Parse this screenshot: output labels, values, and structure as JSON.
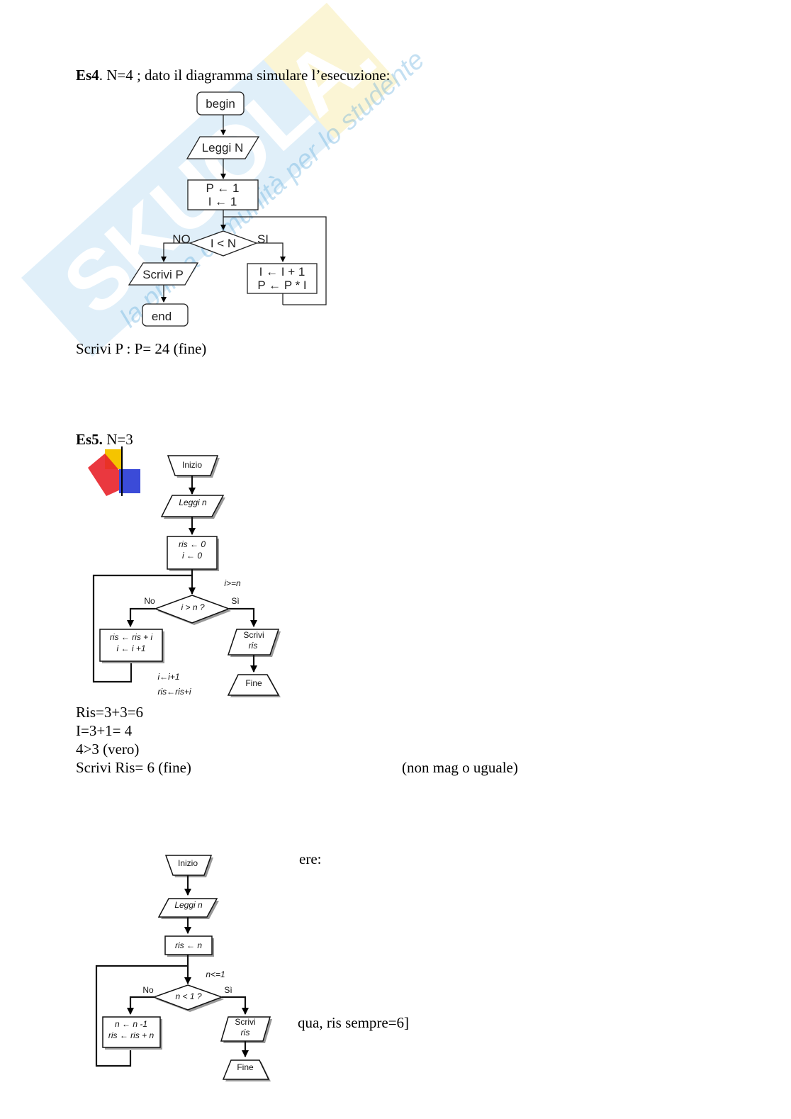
{
  "watermark": {
    "brand": "SKUOLA.net",
    "tagline": "la prima comunità per lo studente"
  },
  "es4": {
    "label": "Es4",
    "statement": ". N=4 ; dato il diagramma simulare l’esecuzione:",
    "flow": {
      "begin": "begin",
      "read": "Leggi N",
      "init1": "P ← 1",
      "init2": "I ← 1",
      "cond": "I < N",
      "no": "NO",
      "yes": "SI",
      "loop1": "I ← I + 1",
      "loop2": "P ← P * I",
      "write": "Scrivi P",
      "end": "end"
    },
    "result": "Scrivi P : P= 24 (fine)"
  },
  "es5": {
    "label": "Es5.",
    "statement": " N=3",
    "flow": {
      "start": "Inizio",
      "read": "Leggi n",
      "init1": "ris ← 0",
      "init2": "i ← 0",
      "cond": "i > n ?",
      "no": "No",
      "yes": "Sì",
      "note_cond": "i>=n",
      "loop1": "ris ← ris + i",
      "loop2": "i ← i +1",
      "note1": "i←i+1",
      "note2": "ris←ris+i",
      "write1": "Scrivi",
      "write2": "ris",
      "end": "Fine"
    },
    "lines": [
      "Ris=3+3=6",
      "I=3+1= 4",
      "4>3 (vero)",
      "Scrivi Ris= 6 (fine)"
    ],
    "side_note": "(non mag o uguale)"
  },
  "es6": {
    "partial1": "ere:",
    "partial2": "qua, ris sempre=6]",
    "flow": {
      "start": "Inizio",
      "read": "Leggi n",
      "init": "ris ← n",
      "cond": "n < 1 ?",
      "no": "No",
      "yes": "Sì",
      "note_cond": "n<=1",
      "loop1": "n ← n -1",
      "loop2": "ris ← ris + n",
      "write1": "Scrivi",
      "write2": "ris",
      "end": "Fine"
    }
  }
}
